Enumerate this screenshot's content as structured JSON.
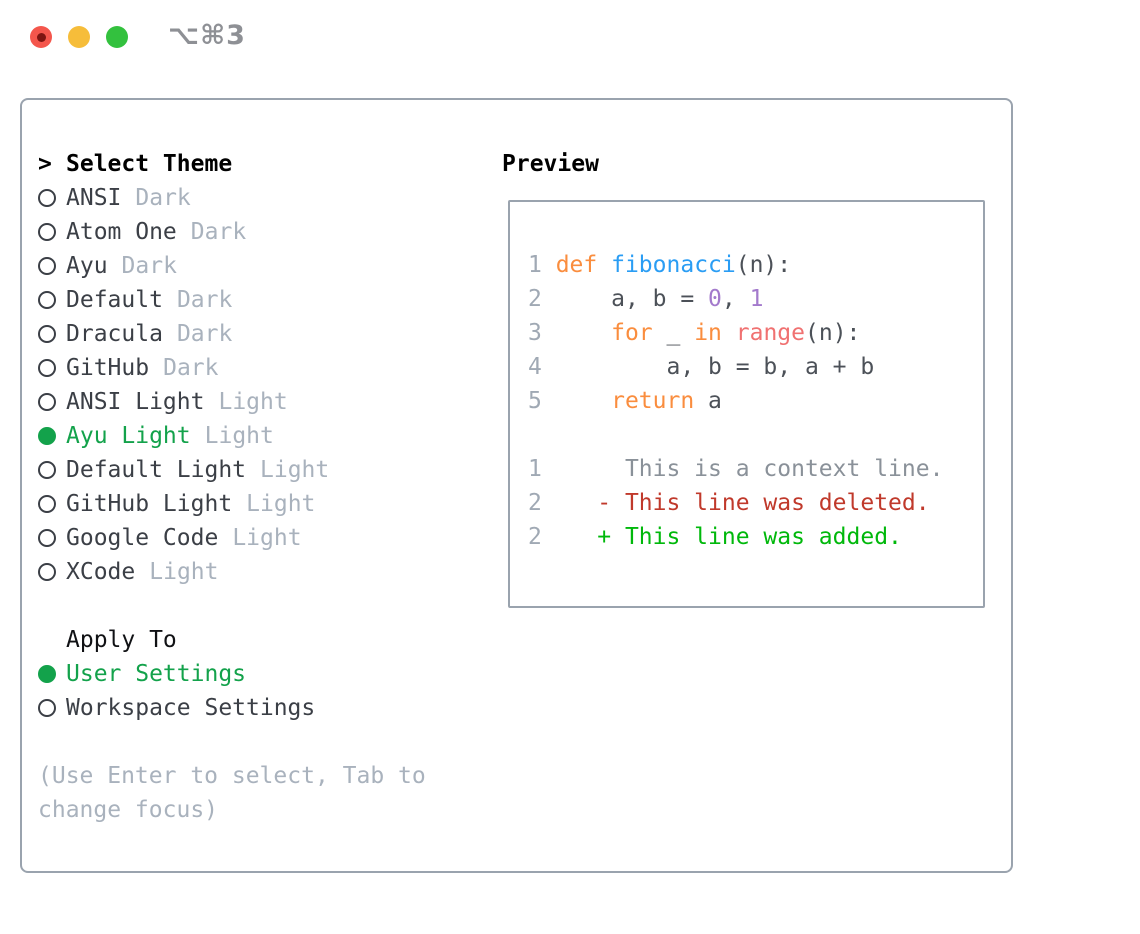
{
  "titlebar": {
    "shortcut": "⌥⌘3"
  },
  "colors": {
    "border": "#9aa3ae",
    "titlebar-red": "#f4564c",
    "titlebar-red-dot": "#7e1511",
    "titlebar-yellow": "#f6bd3a",
    "titlebar-green": "#33c13e",
    "shortcut": "#8e9095",
    "heading": "#000000",
    "item": "#3b3f46",
    "muted": "#a9b2bd",
    "accent": "#13a24b",
    "linenum": "#a0a9b4",
    "kw": "#fa8d3e",
    "fn": "#2a9df4",
    "pl": "#4c5158",
    "lit": "#a37acc",
    "bi": "#f07171",
    "ctx": "#8a9199",
    "del": "#c0392b",
    "add": "#00b80b"
  },
  "theme_picker": {
    "prompt": ">",
    "title": "Select Theme",
    "themes": [
      {
        "name": "ANSI",
        "tag": "Dark",
        "selected": false
      },
      {
        "name": "Atom One",
        "tag": "Dark",
        "selected": false
      },
      {
        "name": "Ayu",
        "tag": "Dark",
        "selected": false
      },
      {
        "name": "Default",
        "tag": "Dark",
        "selected": false
      },
      {
        "name": "Dracula",
        "tag": "Dark",
        "selected": false
      },
      {
        "name": "GitHub",
        "tag": "Dark",
        "selected": false
      },
      {
        "name": "ANSI Light",
        "tag": "Light",
        "selected": false
      },
      {
        "name": "Ayu Light",
        "tag": "Light",
        "selected": true
      },
      {
        "name": "Default Light",
        "tag": "Light",
        "selected": false
      },
      {
        "name": "GitHub Light",
        "tag": "Light",
        "selected": false
      },
      {
        "name": "Google Code",
        "tag": "Light",
        "selected": false
      },
      {
        "name": "XCode",
        "tag": "Light",
        "selected": false
      }
    ],
    "apply_to": {
      "label": "Apply To",
      "options": [
        {
          "name": "User Settings",
          "selected": true
        },
        {
          "name": "Workspace Settings",
          "selected": false
        }
      ]
    },
    "hint": "(Use Enter to select, Tab to change focus)"
  },
  "preview": {
    "title": "Preview",
    "lines": [
      {
        "num": "1",
        "segs": [
          {
            "t": "def",
            "s": "kw"
          },
          {
            "t": " ",
            "s": "pl"
          },
          {
            "t": "fibonacci",
            "s": "fn"
          },
          {
            "t": "(n):",
            "s": "pl"
          }
        ]
      },
      {
        "num": "2",
        "segs": [
          {
            "t": "    a, b = ",
            "s": "pl"
          },
          {
            "t": "0",
            "s": "lit"
          },
          {
            "t": ", ",
            "s": "pl"
          },
          {
            "t": "1",
            "s": "lit"
          }
        ]
      },
      {
        "num": "3",
        "segs": [
          {
            "t": "    ",
            "s": "pl"
          },
          {
            "t": "for",
            "s": "kw"
          },
          {
            "t": " _ ",
            "s": "pl"
          },
          {
            "t": "in",
            "s": "kw"
          },
          {
            "t": " ",
            "s": "pl"
          },
          {
            "t": "range",
            "s": "bi"
          },
          {
            "t": "(n):",
            "s": "pl"
          }
        ]
      },
      {
        "num": "4",
        "segs": [
          {
            "t": "        a, b = b, a + b",
            "s": "pl"
          }
        ]
      },
      {
        "num": "5",
        "segs": [
          {
            "t": "    ",
            "s": "pl"
          },
          {
            "t": "return",
            "s": "kw"
          },
          {
            "t": " a",
            "s": "pl"
          }
        ]
      },
      {
        "num": "",
        "segs": []
      },
      {
        "num": "1",
        "segs": [
          {
            "t": "     This is a context line.",
            "s": "ctx"
          }
        ]
      },
      {
        "num": "2",
        "segs": [
          {
            "t": "   ",
            "s": "pl"
          },
          {
            "t": "- This line was deleted.",
            "s": "del"
          }
        ]
      },
      {
        "num": "2",
        "segs": [
          {
            "t": "   ",
            "s": "pl"
          },
          {
            "t": "+ This line was added.",
            "s": "add"
          }
        ]
      }
    ]
  }
}
